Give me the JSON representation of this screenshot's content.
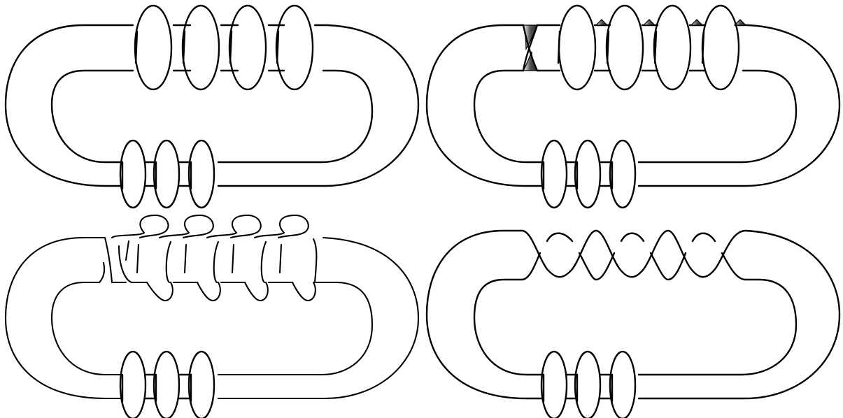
{
  "figure": {
    "panels": [
      {
        "id": "top-left",
        "stroke_color": "#000000",
        "upper_rings": 4,
        "lower_rings": 3
      },
      {
        "id": "top-right",
        "stroke_color": "#000000",
        "upper_rings": 4,
        "lower_rings": 3,
        "shaded_twists": true,
        "shade_color": "#555555"
      },
      {
        "id": "bottom-left",
        "stroke_color": "#000000",
        "upper_hooks": 4,
        "lower_rings": 3
      },
      {
        "id": "bottom-right",
        "stroke_color": "#000000",
        "crossings": 6,
        "lower_rings": 3
      }
    ],
    "background": "#ffffff"
  }
}
